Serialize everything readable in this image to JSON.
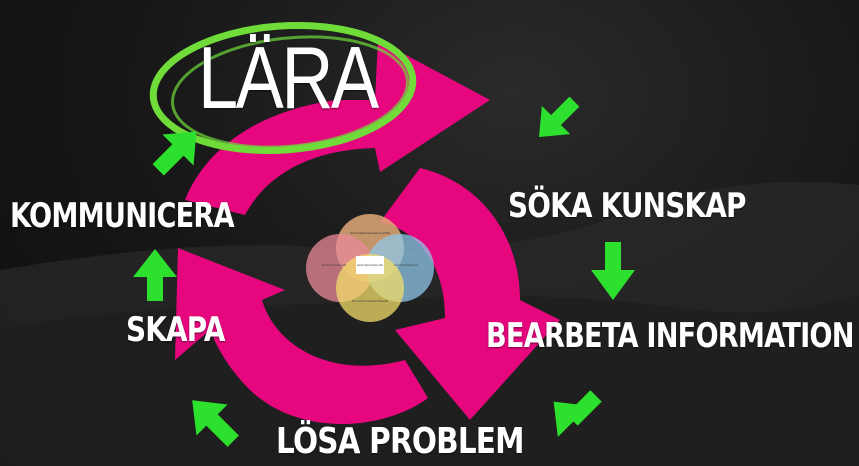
{
  "title": "LÄRA",
  "stages": {
    "search": "SÖKA KUNSKAP",
    "process": "BEARBETA INFORMATION",
    "solve": "LÖSA PROBLEM",
    "create": "SKAPA",
    "communicate": "KOMMUNICERA"
  },
  "venn": {
    "center": "Adekvat digital kompetens (ADK)",
    "top": "Att ha ett digitaliseringsperspektiv på samhället",
    "left": "Att kunna läsa problem och omsätta idéer i handling",
    "right": "Att kunna använda och förstå digitala verktyg och medier",
    "bottom": "Att ha ett kritiskt och ansvarsfullt förhållningssätt"
  },
  "colors": {
    "background": "#141414",
    "cycle": "#e6067e",
    "green_arrow": "#2ee02e",
    "lime_ring": "#6fdc3a",
    "text": "#ffffff"
  },
  "icons": [
    "cycle-arrows",
    "green-arrow",
    "lime-ellipse",
    "venn-diagram"
  ]
}
